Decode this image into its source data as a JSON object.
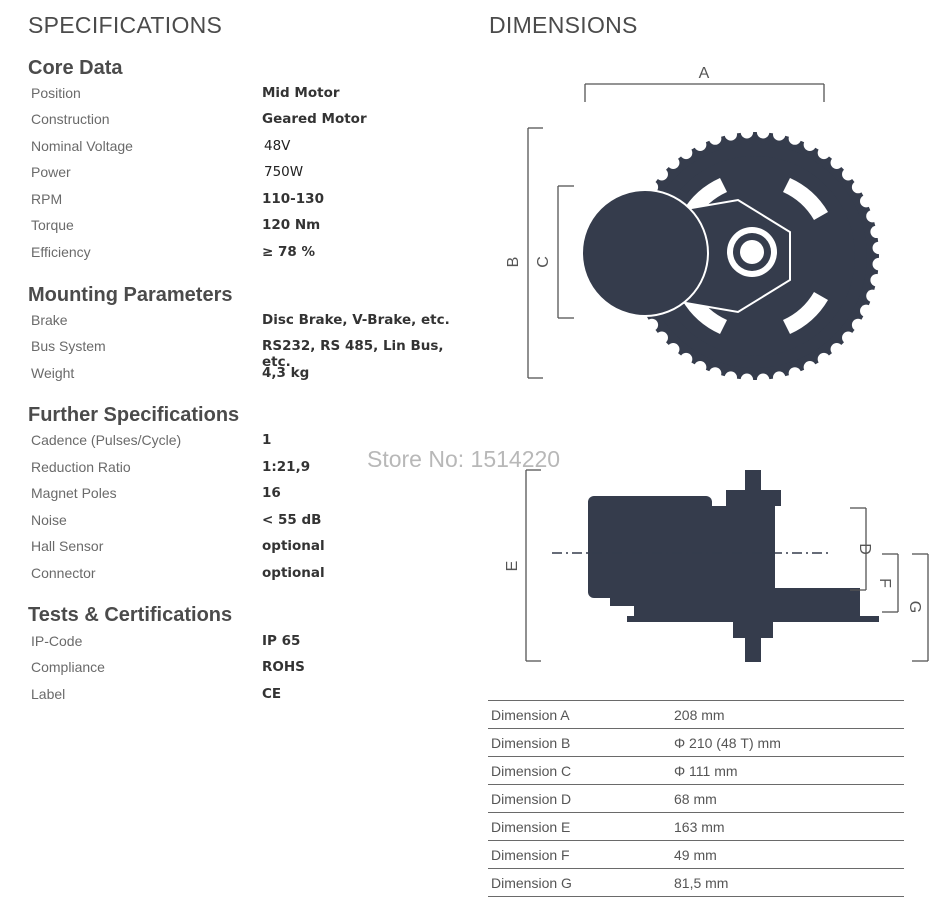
{
  "specifications_heading": "SPECIFICATIONS",
  "dimensions_heading": "DIMENSIONS",
  "watermark": "Store No: 1514220",
  "sections": {
    "core": {
      "title": "Core Data",
      "rows": [
        {
          "label": "Position",
          "value": "Mid Motor"
        },
        {
          "label": "Construction",
          "value": "Geared Motor"
        },
        {
          "label": "Nominal Voltage",
          "value": "48V"
        },
        {
          "label": "Power",
          "value": "750W"
        },
        {
          "label": "RPM",
          "value": "110-130"
        },
        {
          "label": "Torque",
          "value": "120 Nm"
        },
        {
          "label": "Efficiency",
          "value": "≥ 78 %"
        }
      ]
    },
    "mounting": {
      "title": "Mounting Parameters",
      "rows": [
        {
          "label": "Brake",
          "value": "Disc Brake, V-Brake, etc."
        },
        {
          "label": "Bus System",
          "value": "RS232, RS 485, Lin Bus, etc."
        },
        {
          "label": "Weight",
          "value": "4,3 kg"
        }
      ]
    },
    "further": {
      "title": "Further Specifications",
      "rows": [
        {
          "label": "Cadence (Pulses/Cycle)",
          "value": "1"
        },
        {
          "label": "Reduction Ratio",
          "value": "1:21,9"
        },
        {
          "label": "Magnet Poles",
          "value": "16"
        },
        {
          "label": "Noise",
          "value": "< 55 dB"
        },
        {
          "label": "Hall Sensor",
          "value": "optional"
        },
        {
          "label": "Connector",
          "value": "optional"
        }
      ]
    },
    "tests": {
      "title": "Tests & Certifications",
      "rows": [
        {
          "label": "IP-Code",
          "value": "IP 65"
        },
        {
          "label": "Compliance",
          "value": "ROHS"
        },
        {
          "label": "Label",
          "value": "CE"
        }
      ]
    }
  },
  "diagram_labels": {
    "a": "A",
    "b": "B",
    "c": "C",
    "d": "D",
    "e": "E",
    "f": "F",
    "g": "G"
  },
  "dimension_table": [
    {
      "label": "Dimension A",
      "value": "208 mm"
    },
    {
      "label": "Dimension B",
      "value": "Φ 210 (48 T) mm"
    },
    {
      "label": "Dimension C",
      "value": "Φ 111 mm"
    },
    {
      "label": "Dimension D",
      "value": "68 mm"
    },
    {
      "label": "Dimension E",
      "value": "163 mm"
    },
    {
      "label": "Dimension F",
      "value": "49 mm"
    },
    {
      "label": "Dimension G",
      "value": "81,5 mm"
    }
  ],
  "colors": {
    "motor": "#353c4c",
    "line": "#555555"
  }
}
